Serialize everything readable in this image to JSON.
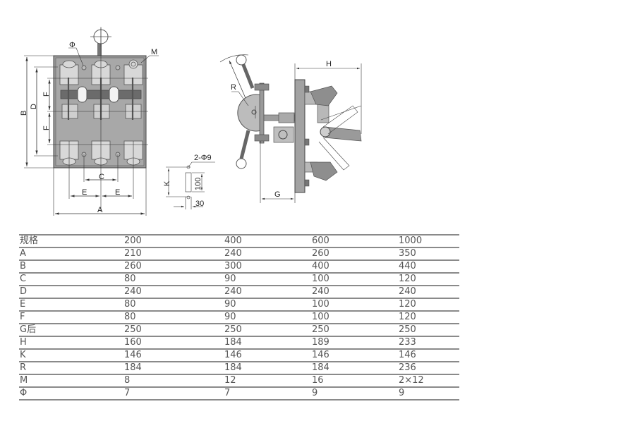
{
  "drawing": {
    "front_view_labels": {
      "phi": "Φ",
      "m": "M",
      "b": "B",
      "d": "D",
      "f_top": "F",
      "f_bottom": "F",
      "c": "C",
      "e_left": "E",
      "e_right": "E",
      "a": "A"
    },
    "mounting_labels": {
      "holes": "2-Φ9",
      "k": "K",
      "height": "100",
      "width": "30"
    },
    "side_view_labels": {
      "r": "R",
      "h": "H",
      "g": "G"
    }
  },
  "spec_table": {
    "header": {
      "label": "规格",
      "values": [
        "200",
        "400",
        "600",
        "1000"
      ]
    },
    "rows": [
      {
        "label": "A",
        "values": [
          "210",
          "240",
          "260",
          "350"
        ]
      },
      {
        "label": "B",
        "values": [
          "260",
          " 300",
          "400",
          "440"
        ]
      },
      {
        "label": "C",
        "values": [
          "80",
          "90",
          "100",
          "120"
        ]
      },
      {
        "label": "D",
        "values": [
          "240",
          "240",
          "240",
          "240"
        ]
      },
      {
        "label": "E",
        "values": [
          "80",
          "90",
          "100",
          "120"
        ]
      },
      {
        "label": "F",
        "values": [
          "80",
          "90",
          "100",
          "120"
        ]
      },
      {
        "label": "G后",
        "values": [
          "250",
          "250",
          "250",
          "250"
        ]
      },
      {
        "label": "H",
        "values": [
          "160",
          "184",
          "189",
          "233"
        ]
      },
      {
        "label": "K",
        "values": [
          "146",
          "146",
          "146",
          "146"
        ]
      },
      {
        "label": "R",
        "values": [
          "184",
          "184",
          "184",
          "236"
        ]
      },
      {
        "label": "M",
        "values": [
          "8",
          "12",
          "16",
          "2×12"
        ]
      },
      {
        "label": "Φ",
        "values": [
          "7",
          "7",
          "9",
          "9"
        ]
      }
    ]
  }
}
